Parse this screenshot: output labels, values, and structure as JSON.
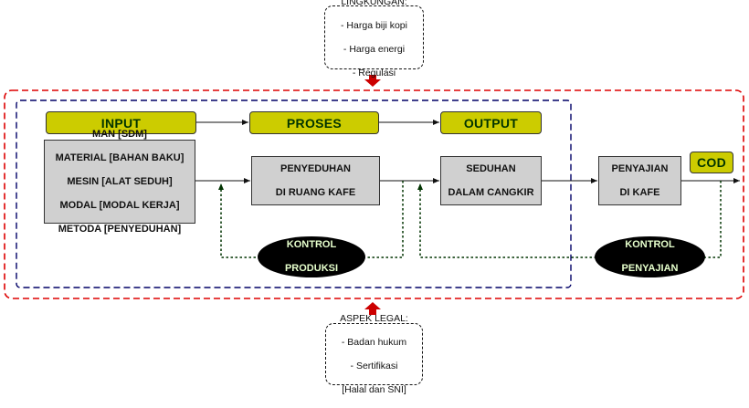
{
  "environment": {
    "lines": [
      "LINGKUNGAN:",
      "- Harga biji kopi",
      "- Harga energi",
      "- Regulasi"
    ]
  },
  "legal": {
    "lines": [
      "ASPEK LEGAL:",
      "- Badan hukum",
      "- Sertifikasi",
      "[Halal dan SNI]"
    ]
  },
  "headers": {
    "input": "INPUT",
    "process": "PROSES",
    "output": "OUTPUT",
    "cod": "COD"
  },
  "input_box": {
    "lines": [
      "MAN [SDM]",
      "MATERIAL [BAHAN BAKU]",
      "MESIN [ALAT SEDUH]",
      "MODAL [MODAL KERJA]",
      "METODA [PENYEDUHAN]"
    ]
  },
  "process_box": {
    "lines": [
      "PENYEDUHAN",
      "DI RUANG KAFE"
    ]
  },
  "output_box": {
    "lines": [
      "SEDUHAN",
      "DALAM CANGKIR"
    ]
  },
  "serving_box": {
    "lines": [
      "PENYAJIAN",
      "DI KAFE"
    ]
  },
  "control_production": {
    "lines": [
      "KONTROL",
      "PRODUKSI"
    ]
  },
  "control_serving": {
    "lines": [
      "KONTROL",
      "PENYAJIAN"
    ]
  },
  "colors": {
    "header_fill": "#cccc00",
    "header_text": "#003300",
    "box_fill": "#d0d0d0",
    "outer_border": "#dd0000",
    "inner_border": "#000066",
    "feedback_line": "#003300",
    "oval_fill": "#000000",
    "oval_text": "#e6ffcc",
    "arrow_red": "#cc0000"
  }
}
